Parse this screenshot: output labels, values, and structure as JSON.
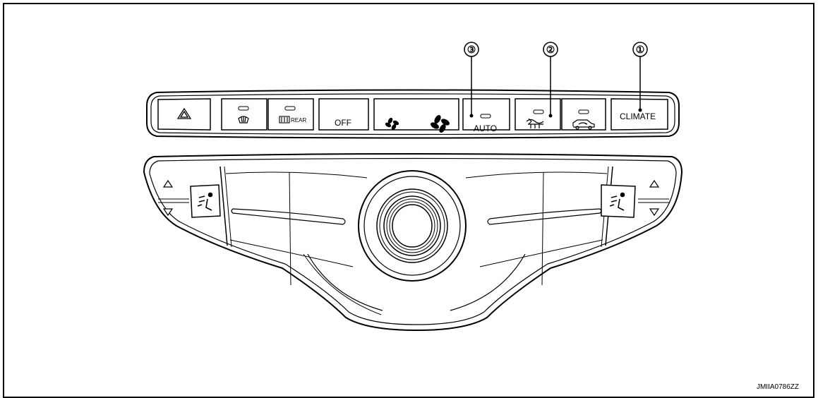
{
  "figure_id": "JMIIA0786ZZ",
  "callouts": [
    {
      "number": "①"
    },
    {
      "number": "②"
    },
    {
      "number": "③"
    }
  ],
  "buttons": {
    "off": "OFF",
    "auto": "AUTO",
    "climate": "CLIMATE",
    "rear": "REAR"
  },
  "icons": [
    "hazard-triangle-icon",
    "front-defrost-icon",
    "rear-defrost-icon",
    "fan-low-icon",
    "fan-high-icon",
    "intake-forced-icon",
    "recirculation-icon",
    "temp-up-arrow-icon",
    "temp-down-arrow-icon",
    "airflow-mode-icon",
    "dial-knob"
  ]
}
